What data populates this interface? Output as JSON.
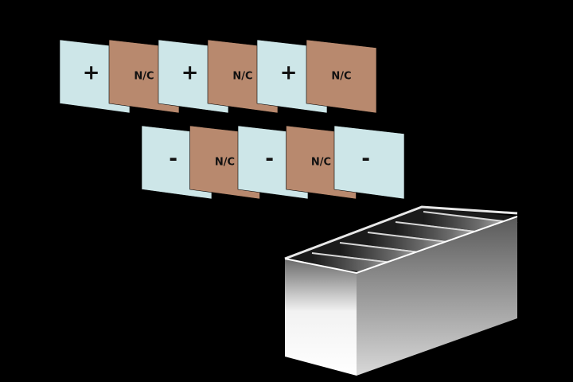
{
  "labels": {
    "positive": "+",
    "negative": "-",
    "no_charge": "N/C"
  },
  "colors": {
    "background": "#000000",
    "positive_plate": "#cde6e8",
    "negative_plate": "#cde6e8",
    "no_charge_plate": "#b8896e",
    "container_light": "#f4f4f4",
    "container_dark": "#2a2a2a"
  },
  "back_row": [
    "positive",
    "no_charge",
    "positive",
    "no_charge",
    "positive",
    "no_charge"
  ],
  "front_row": [
    "negative",
    "no_charge",
    "negative",
    "no_charge",
    "negative"
  ]
}
